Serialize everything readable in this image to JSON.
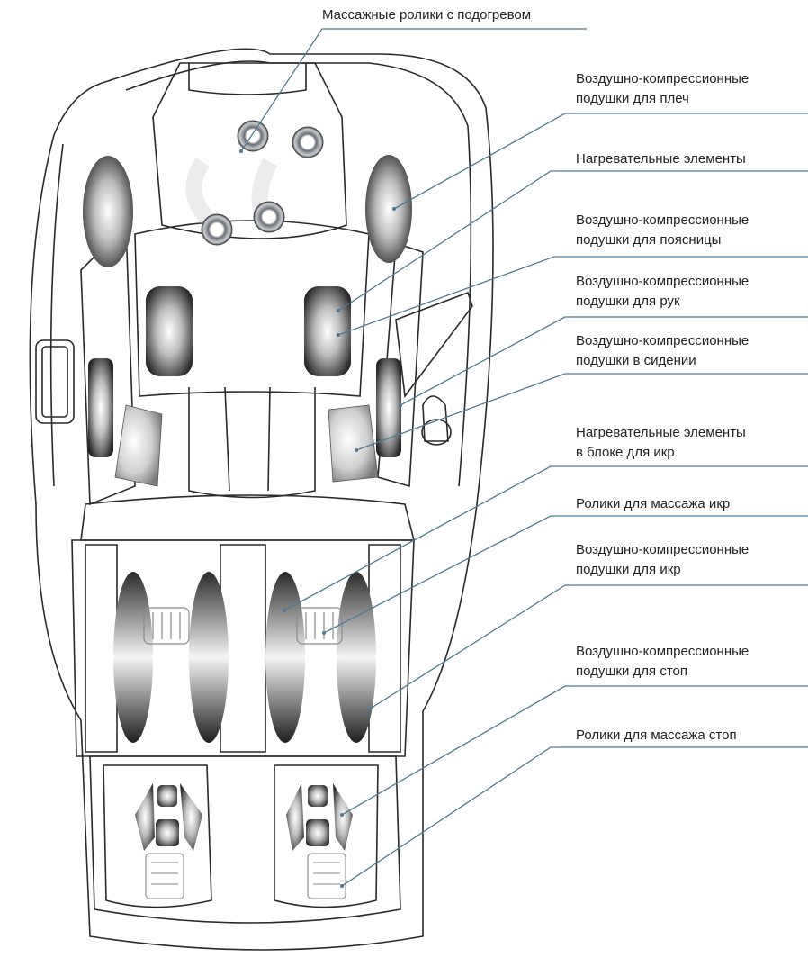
{
  "labels": {
    "heated_rollers": "Массажные ролики с подогревом",
    "shoulder_airbags": [
      "Воздушно-компрессионные",
      "подушки для плеч"
    ],
    "heating_elements": "Нагревательные элементы",
    "lumbar_airbags": [
      "Воздушно-компрессионные",
      "подушки для поясницы"
    ],
    "arm_airbags": [
      "Воздушно-компрессионные",
      "подушки для рук"
    ],
    "seat_airbags": [
      "Воздушно-компрессионные",
      "подушки в сидении"
    ],
    "calf_heating": [
      "Нагревательные элементы",
      "в блоке для икр"
    ],
    "calf_rollers": "Ролики для массажа икр",
    "calf_airbags": [
      "Воздушно-компрессионные",
      "подушки для икр"
    ],
    "foot_airbags": [
      "Воздушно-компрессионные",
      "подушки для стоп"
    ],
    "foot_rollers": "Ролики для массажа стоп"
  },
  "colors": {
    "leader_line": "#4f7a93",
    "outline": "#2a2a2a",
    "airbag_dark": "#2b2b2b",
    "airbag_light": "#ffffff"
  }
}
